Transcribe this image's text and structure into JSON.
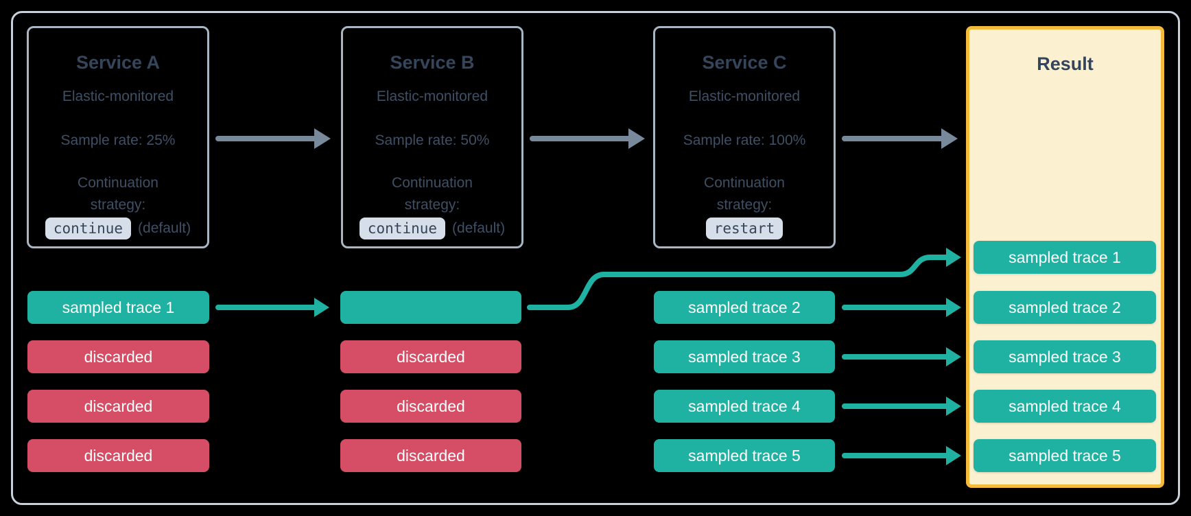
{
  "diagram": {
    "services": [
      {
        "title": "Service A",
        "subtitle": "Elastic-monitored",
        "sample_rate": "Sample rate: 25%",
        "continuation_line1": "Continuation",
        "continuation_line2": "strategy:",
        "strategy_code": "continue",
        "strategy_note": "(default)"
      },
      {
        "title": "Service B",
        "subtitle": "Elastic-monitored",
        "sample_rate": "Sample rate: 50%",
        "continuation_line1": "Continuation",
        "continuation_line2": "strategy:",
        "strategy_code": "continue",
        "strategy_note": "(default)"
      },
      {
        "title": "Service C",
        "subtitle": "Elastic-monitored",
        "sample_rate": "Sample rate: 100%",
        "continuation_line1": "Continuation",
        "continuation_line2": "strategy:",
        "strategy_code": "restart",
        "strategy_note": ""
      }
    ],
    "lanes": {
      "service_a": [
        "sampled trace 1",
        "discarded",
        "discarded",
        "discarded"
      ],
      "service_b": [
        "",
        "discarded",
        "discarded",
        "discarded"
      ],
      "service_c": [
        "sampled trace 2",
        "sampled trace 3",
        "sampled trace 4",
        "sampled trace 5"
      ]
    },
    "result": {
      "title": "Result",
      "items": [
        "sampled trace 1",
        "sampled trace 2",
        "sampled trace 3",
        "sampled trace 4",
        "sampled trace 5"
      ]
    },
    "colors": {
      "sampled_teal": "#1FB2A2",
      "discarded_red": "#D64E66",
      "flow_arrow_gray": "#78899B",
      "service_border": "#A9B6C6",
      "outer_frame": "#C9D1DC",
      "text_slate": "#35465C",
      "chip_background": "#D6DEE9",
      "result_background": "#FBF1D1",
      "result_border": "#F3BA3C"
    }
  }
}
